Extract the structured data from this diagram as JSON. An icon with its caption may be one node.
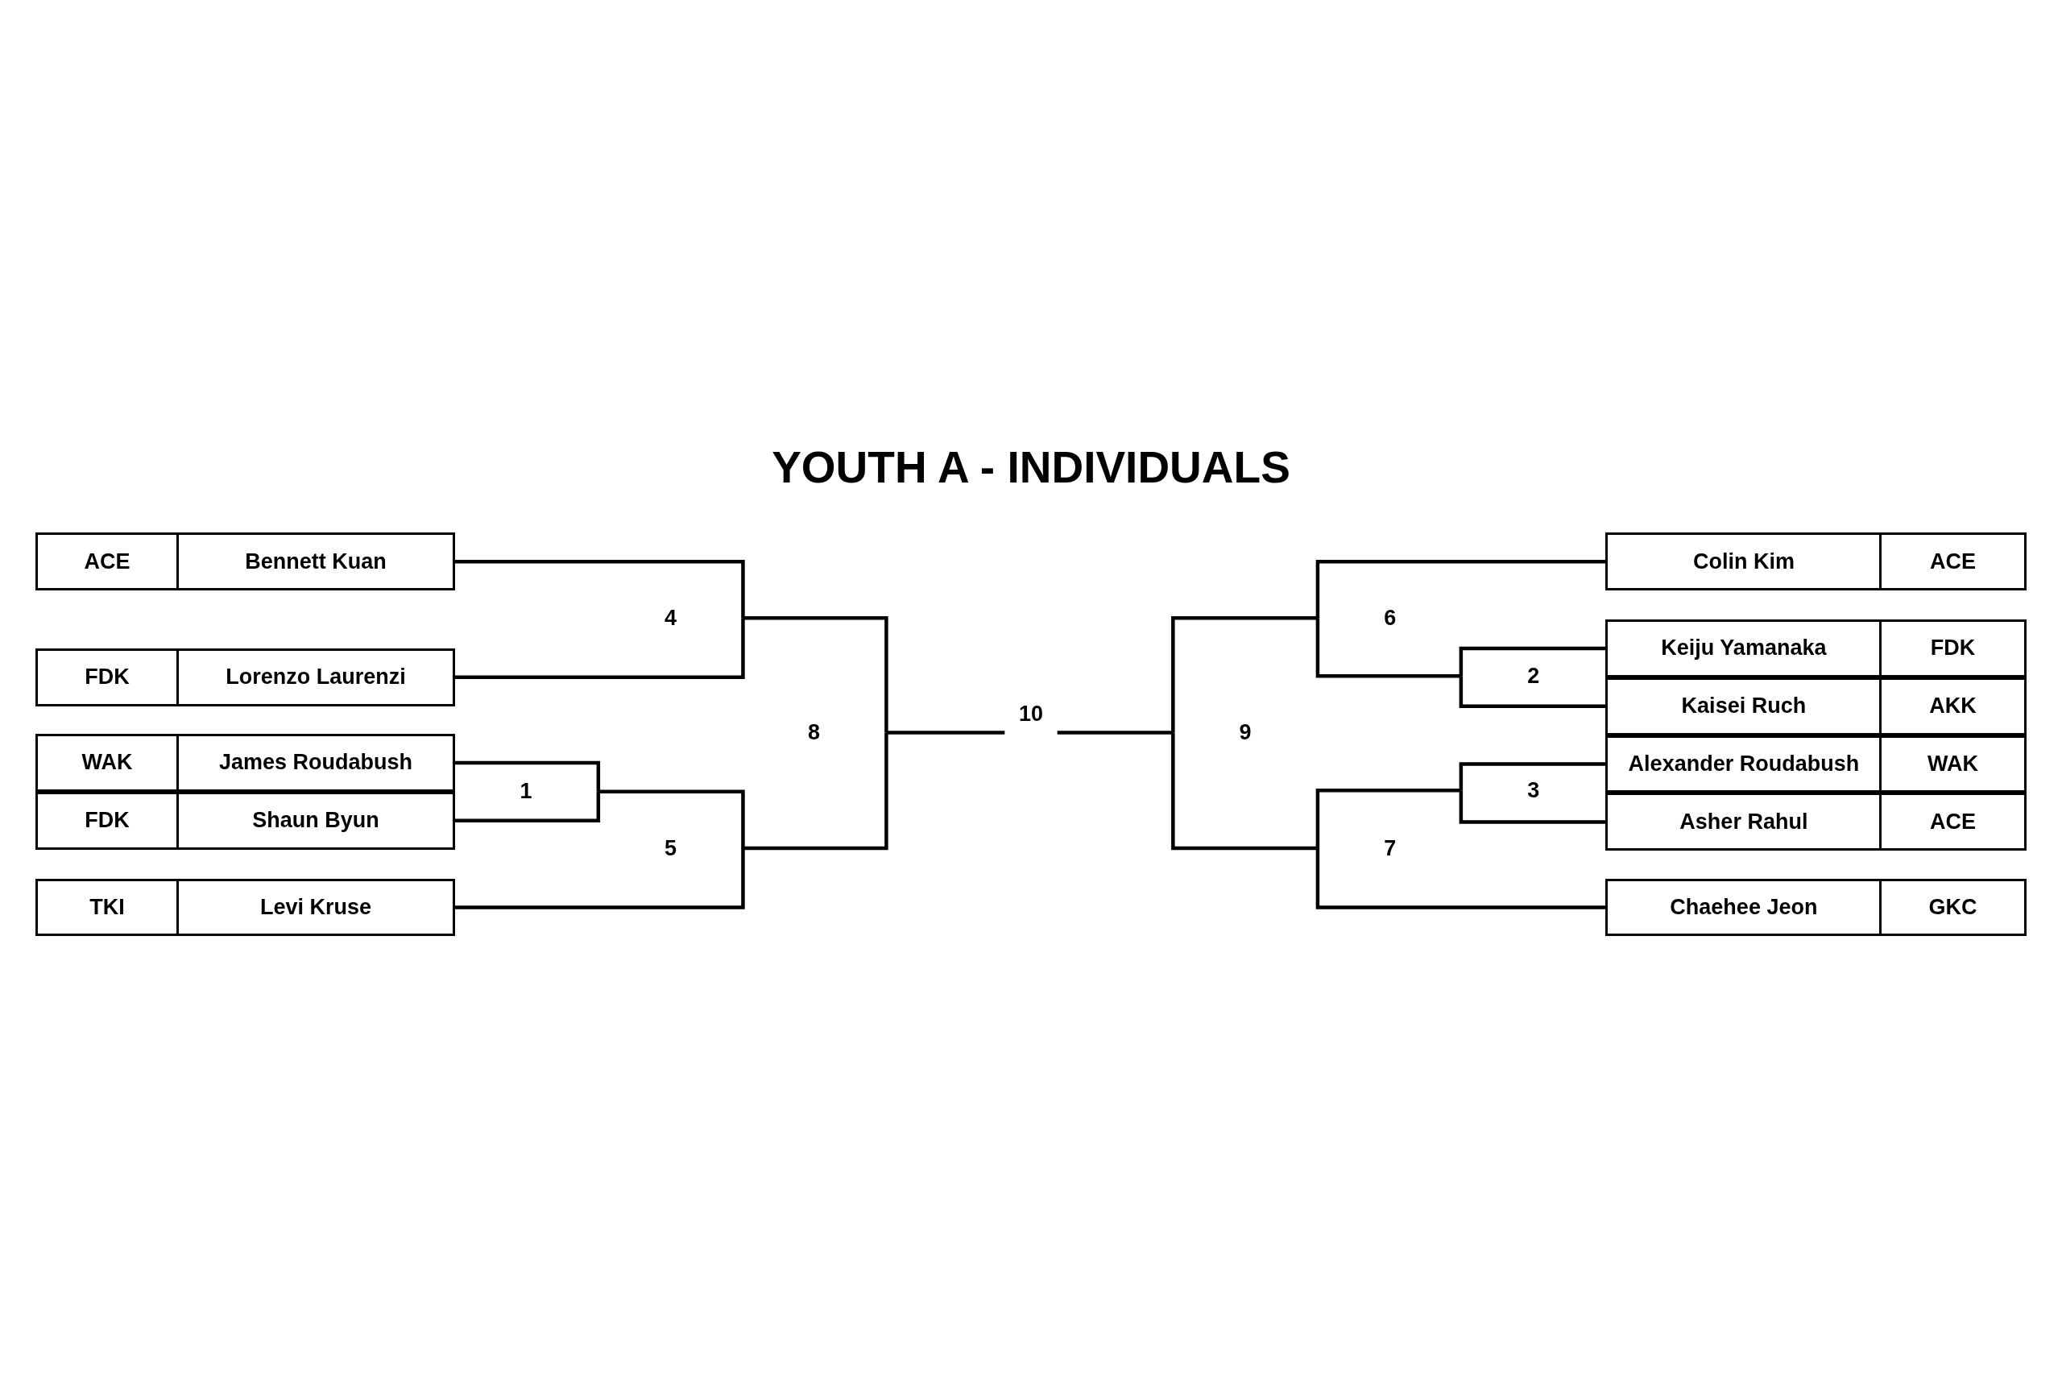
{
  "diagram": {
    "title": "YOUTH A - INDIVIDUALS",
    "nodes": [
      {
        "text": [
          "ACE",
          "Bennett Kuan"
        ]
      },
      {
        "text": [
          "FDK",
          "Lorenzo Laurenzi"
        ]
      },
      {
        "text": [
          "WAK",
          "James Roudabush"
        ]
      },
      {
        "text": [
          "FDK",
          "Shaun Byun"
        ]
      },
      {
        "text": [
          "TKI",
          "Levi Kruse"
        ]
      },
      {
        "text": [
          "1"
        ]
      },
      {
        "text": [
          "4"
        ]
      },
      {
        "text": [
          "5"
        ]
      },
      {
        "text": [
          "8"
        ]
      },
      {
        "text": [
          "10"
        ]
      },
      {
        "text": [
          "9"
        ]
      },
      {
        "text": [
          "6"
        ]
      },
      {
        "text": [
          "7"
        ]
      },
      {
        "text": [
          "2"
        ]
      },
      {
        "text": [
          "3"
        ]
      },
      {
        "text": [
          "Colin Kim",
          "ACE"
        ]
      },
      {
        "text": [
          "Keiju Yamanaka",
          "FDK"
        ]
      },
      {
        "text": [
          "Kaisei Ruch",
          "AKK"
        ]
      },
      {
        "text": [
          "Alexander Roudabush",
          "WAK"
        ]
      },
      {
        "text": [
          "Asher Rahul",
          "ACE"
        ]
      },
      {
        "text": [
          "Chaehee Jeon",
          "GKC"
        ]
      }
    ],
    "edges": [
      {
        "from": 0,
        "to": 6,
        "arrow": "none"
      },
      {
        "from": 1,
        "to": 6,
        "arrow": "none"
      },
      {
        "from": 2,
        "to": 5,
        "arrow": "none"
      },
      {
        "from": 3,
        "to": 5,
        "arrow": "none"
      },
      {
        "from": 5,
        "to": 7,
        "arrow": "none"
      },
      {
        "from": 4,
        "to": 7,
        "arrow": "none"
      },
      {
        "from": 6,
        "to": 8,
        "arrow": "none"
      },
      {
        "from": 7,
        "to": 8,
        "arrow": "none"
      },
      {
        "from": 8,
        "to": 9,
        "arrow": "none"
      },
      {
        "from": 15,
        "to": 11,
        "arrow": "none"
      },
      {
        "from": 16,
        "to": 13,
        "arrow": "none"
      },
      {
        "from": 17,
        "to": 13,
        "arrow": "none"
      },
      {
        "from": 13,
        "to": 11,
        "arrow": "none"
      },
      {
        "from": 18,
        "to": 14,
        "arrow": "none"
      },
      {
        "from": 19,
        "to": 14,
        "arrow": "none"
      },
      {
        "from": 14,
        "to": 12,
        "arrow": "none"
      },
      {
        "from": 20,
        "to": 12,
        "arrow": "none"
      },
      {
        "from": 11,
        "to": 10,
        "arrow": "none"
      },
      {
        "from": 12,
        "to": 10,
        "arrow": "none"
      },
      {
        "from": 10,
        "to": 9,
        "arrow": "none"
      }
    ]
  }
}
